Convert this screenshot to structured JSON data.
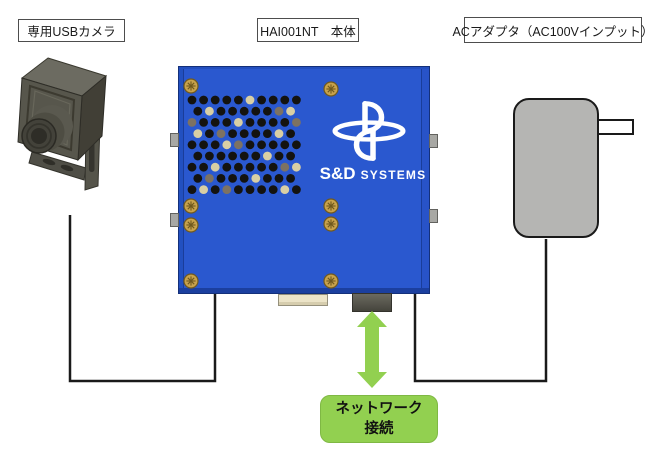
{
  "diagram": {
    "callouts": {
      "camera": "専用USBカメラ",
      "main_unit": "HAI001NT　本体",
      "ac_adapter": "ACアダプタ（AC100Vインプット）"
    },
    "device": {
      "brand_prefix": "S&D",
      "brand_suffix": "SYSTEMS"
    },
    "network_badge": {
      "line1": "ネットワーク",
      "line2": "接続"
    }
  },
  "icons": {
    "brand_logo": "propeller-lens-mark",
    "network_arrow": "double-headed-vertical-arrow",
    "screws": "phillips-screw",
    "vent": "hex-hole-grid"
  },
  "colors": {
    "unit_blue": "#2a58cf",
    "accent_green": "#92d050",
    "adapter_gray": "#b5b5b3",
    "cable_black": "#1a1a1a"
  }
}
